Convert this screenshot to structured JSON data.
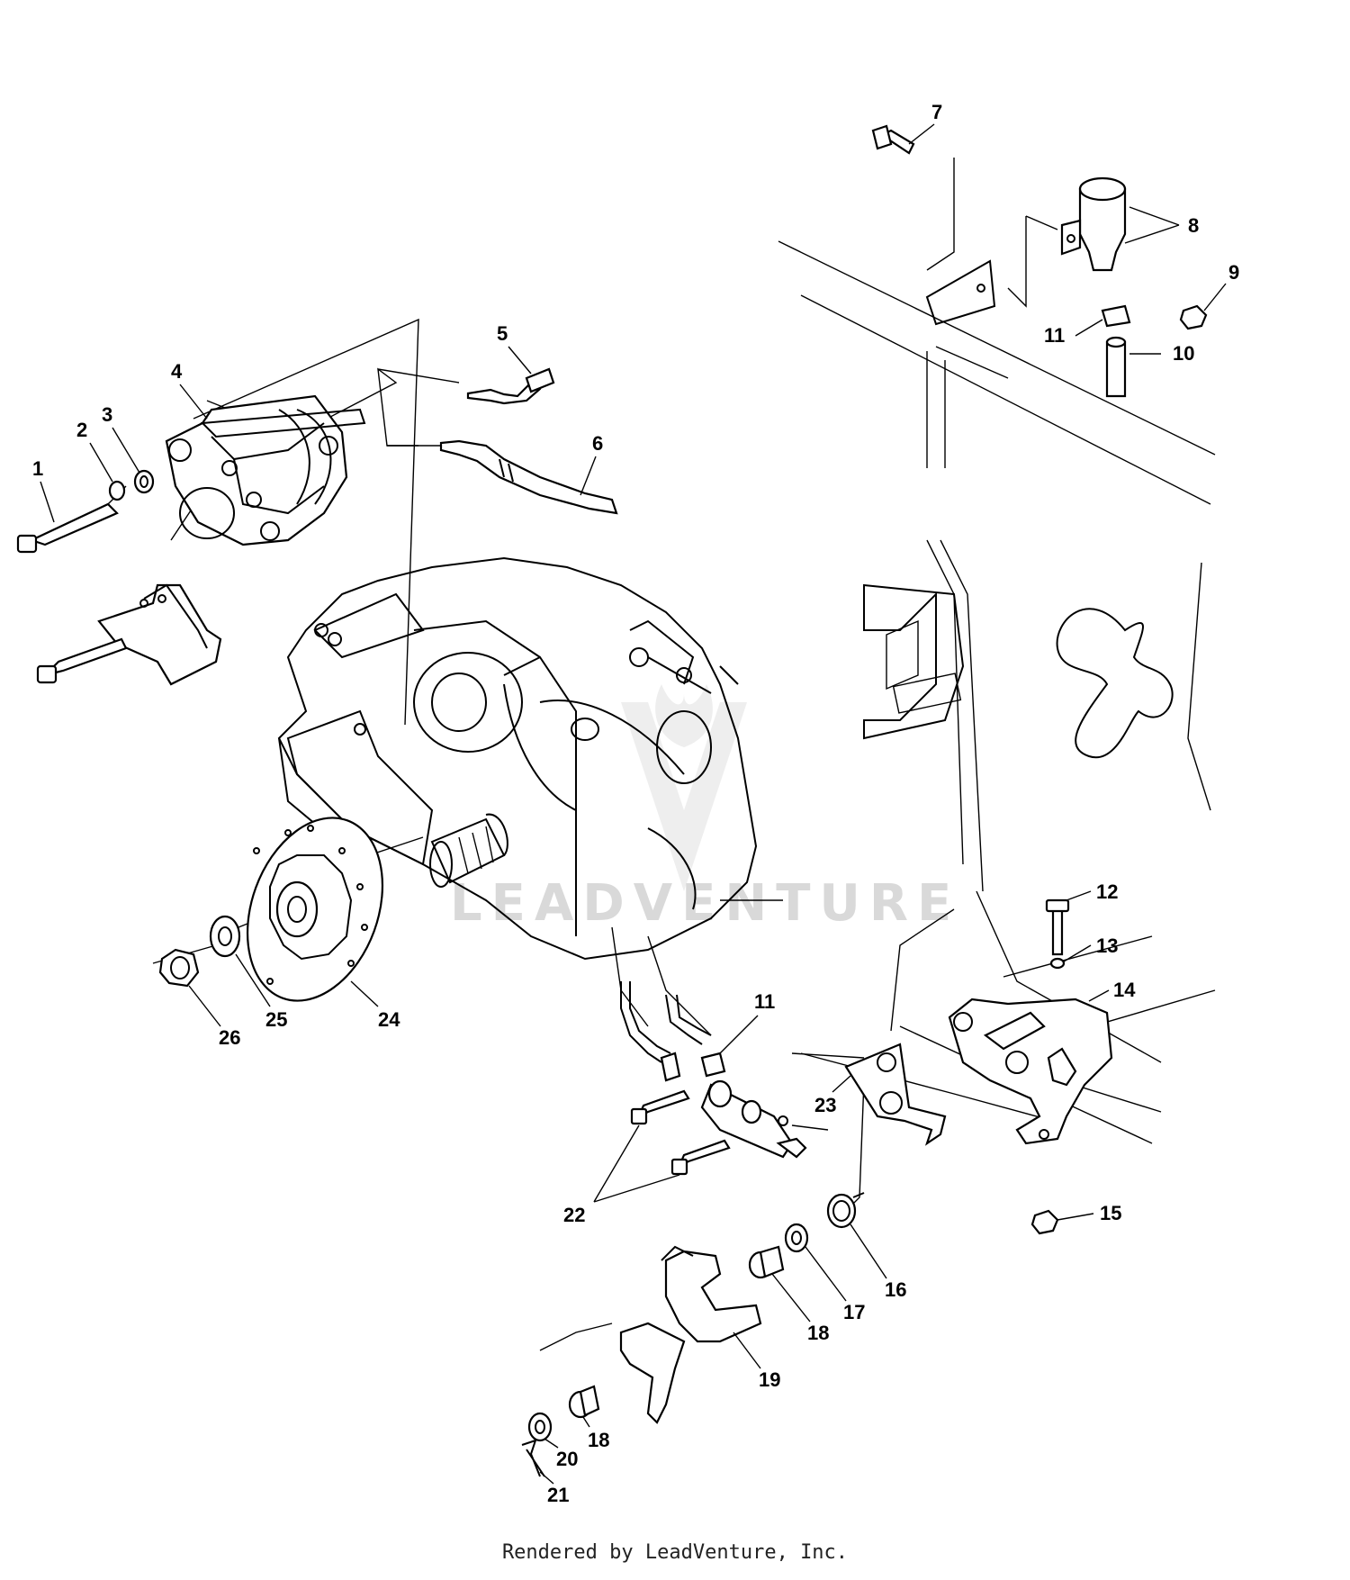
{
  "diagram": {
    "callouts": [
      "1",
      "2",
      "3",
      "4",
      "5",
      "6",
      "7",
      "8",
      "9",
      "10",
      "11",
      "12",
      "13",
      "14",
      "15",
      "16",
      "17",
      "18",
      "19",
      "20",
      "21",
      "22",
      "23",
      "24",
      "25",
      "26"
    ],
    "duplicate_callouts": {
      "11b": "11",
      "18b": "18"
    }
  },
  "watermark": {
    "text": "LEADVENTURE",
    "logo": "leadventure-logo-icon"
  },
  "footer": {
    "text": "Rendered by LeadVenture, Inc."
  }
}
